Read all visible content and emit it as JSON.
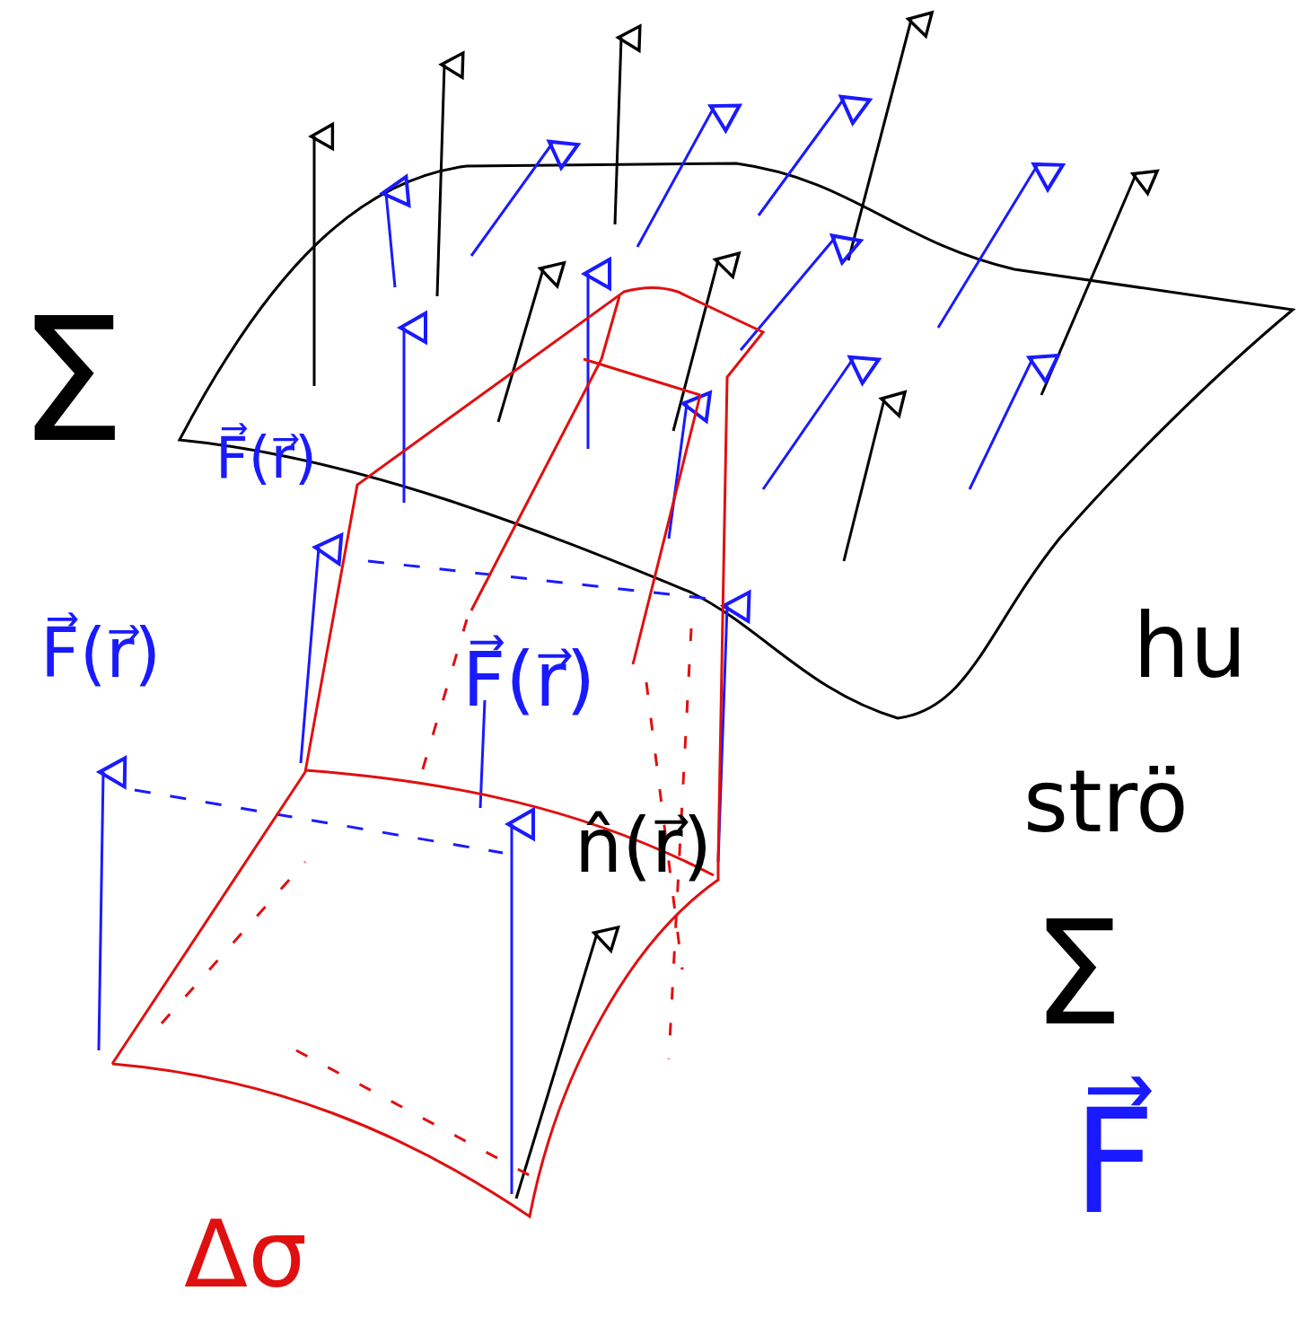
{
  "diagram": {
    "labels": [
      "Σ",
      "F⃗(r⃗)",
      "F⃗(r⃗)",
      "F⃗(r⃗)",
      "n̂(r⃗)",
      "Δσ",
      "hu",
      "strö",
      "Σ",
      "F⃗"
    ]
  }
}
